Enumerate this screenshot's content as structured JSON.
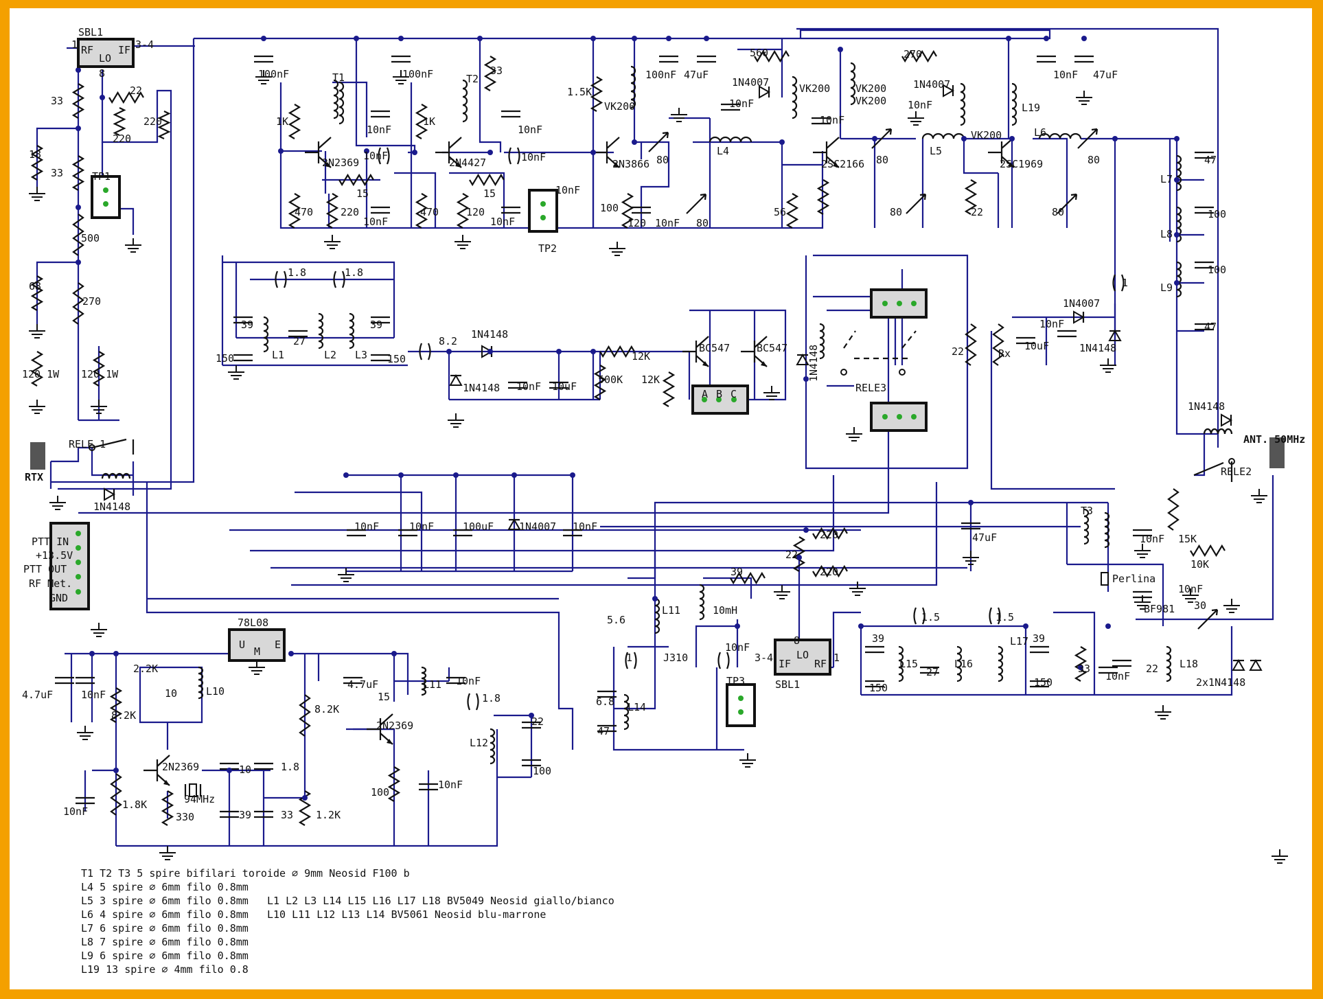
{
  "components": {
    "sbl1_top": "SBL1",
    "sbl1_top_rf": "RF",
    "sbl1_top_lo": "LO",
    "sbl1_top_if": "IF",
    "sbl1_top_p1": "1",
    "sbl1_top_p34": "3-4",
    "sbl1_top_p8": "8",
    "r33a": "33",
    "r18": "18",
    "r33b": "33",
    "r500": "500",
    "r68": "68",
    "r270": "270",
    "r120a": "120 1W",
    "r120b": "120 1W",
    "r22a": "22",
    "r220a": "220",
    "r220b": "220",
    "tp1": "TP1",
    "c100nf1": "100nF",
    "t1": "T1",
    "c10nf_t1": "10nF",
    "r1k1": "1K",
    "q1": "2N2369",
    "c10nf_a": "10nF",
    "r15a": "15",
    "r470a": "470",
    "r220c": "220",
    "c10nf_b": "10nF",
    "c100nf2": "100nF",
    "t2": "T2",
    "r33c": "33",
    "r1k2": "1K",
    "q2": "2N4427",
    "c10nf_t2": "10nF",
    "c10nf_c": "10nF",
    "c10nf_d": "10nF",
    "r15b": "15",
    "r470b": "470",
    "r120c": "120",
    "c10nf_e": "10nF",
    "tp2": "TP2",
    "r1_5k": "1.5K",
    "vk200a": "VK200",
    "c100nf3": "100nF",
    "c47uf1": "47uF",
    "r560": "560",
    "d1n4007a": "1N4007",
    "c10nf_f": "10nF",
    "vk200b": "VK200",
    "q3": "2N3866",
    "c80a": "80",
    "l4": "L4",
    "r100a": "100",
    "r120d": "120",
    "c10nf_g": "10nF",
    "c80b": "80",
    "r56": "56",
    "c10nf_h": "10nF",
    "vk200c": "VK200",
    "vk200d": "VK200",
    "r270b": "270",
    "d1n4007b": "1N4007",
    "c10nf_i": "10nF",
    "c10nf_j": "10nF",
    "c47uf2": "47uF",
    "l19": "L19",
    "q4": "2SC2166",
    "c80c": "80",
    "l5": "L5",
    "vk200e": "VK200",
    "c80d": "80",
    "r22b": "22",
    "q5": "2SC1969",
    "l6": "L6",
    "c80e": "80",
    "c80f": "80",
    "c1_8a": "1.8",
    "c1_8b": "1.8",
    "c39a": "39",
    "c150a": "150",
    "l1": "L1",
    "c27a": "27",
    "l2": "L2",
    "l3": "L3",
    "c39b": "39",
    "c150b": "150",
    "c8_2": "8.2",
    "d1n4148a": "1N4148",
    "d1n4148b": "1N4148",
    "c10nf_k": "10nF",
    "c10uf1": "10uF",
    "r500k": "500K",
    "r12ka": "12K",
    "r12kb": "12K",
    "q6": "BC547",
    "q7": "BC547",
    "conn_a": "A",
    "conn_b": "B",
    "conn_c": "C",
    "d1n4148c": "1N4148",
    "rele3": "RELE3",
    "r22c": "22",
    "rx": "Rx",
    "c10uf2": "10uF",
    "c10nf_l": "10nF",
    "d1n4007c": "1N4007",
    "d1n4148d": "1N4148",
    "c1": "1",
    "c47a": "47",
    "l7": "L7",
    "c100a": "100",
    "l8": "L8",
    "c100b": "100",
    "l9": "L9",
    "c47b": "47",
    "d1n4148e": "1N4148",
    "ant": "ANT. 50MHz",
    "rele2": "RELE2",
    "rtx": "RTX",
    "rele1": "RELE 1",
    "d1n4148f": "1N4148",
    "c10nf_m": "10nF",
    "c10nf_n": "10nF",
    "c100uf": "100uF",
    "d1n4007d": "1N4007",
    "c10nf_o": "10nF",
    "c47uf3": "47uF",
    "ptt_in": "PTT IN",
    "v135": "+13.5V",
    "ptt_out": "PTT OUT",
    "rf_met": "RF Met.",
    "gnd": "GND",
    "t3": "T3",
    "c10nf_p": "10nF",
    "r15k": "15K",
    "r10k": "10K",
    "c10nf_q": "10nF",
    "perlina": "Perlina",
    "bf981": "BF981",
    "c30": "30",
    "r22d": "22",
    "r220d": "220",
    "r220e": "220",
    "l11a": "L11",
    "c5_6": "5.6",
    "r39": "39",
    "l10mh": "10mH",
    "c1b": "1",
    "j310": "J310",
    "c10nf_r": "10nF",
    "p34b": "3-4",
    "p8b": "8",
    "p1b": "1",
    "sbl1_bot": "SBL1",
    "sbl1_bot_if": "IF",
    "sbl1_bot_lo": "LO",
    "sbl1_bot_rf": "RF",
    "tp3": "TP3",
    "c6_8": "6.8",
    "l14": "L14",
    "c47c": "47",
    "c1_5a": "1.5",
    "c1_5b": "1.5",
    "c39c": "39",
    "c150c": "150",
    "l15": "L15",
    "c27b": "27",
    "l16": "L16",
    "l17": "L17",
    "c39d": "39",
    "c150d": "150",
    "r33d": "33",
    "c10nf_s": "10nF",
    "c22": "22",
    "l18": "L18",
    "d2x1n4148": "2x1N4148",
    "reg": "78L08",
    "reg_u": "U",
    "reg_m": "M",
    "reg_e": "E",
    "c4_7uf1": "4.7uF",
    "c10nf_t": "10nF",
    "r8_2ka": "8.2K",
    "r2_2k": "2.2K",
    "c10": "10",
    "l10": "L10",
    "c4_7uf2": "4.7uF",
    "c15": "15",
    "l11b": "L11",
    "c10nf_u": "10nF",
    "r8_2kb": "8.2K",
    "q8": "2N2369",
    "c1_8c": "1.8",
    "l12": "L12",
    "c22b": "22",
    "c100c": "100",
    "q9": "2N2369",
    "c10b": "10",
    "c1_8d": "1.8",
    "xtal": "94MHz",
    "c10nf_v": "10nF",
    "r1_8k": "1.8K",
    "r330": "330",
    "c39e": "39",
    "c33": "33",
    "r1_2k": "1.2K",
    "r100b": "100",
    "c10nf_w": "10nF"
  },
  "notes": [
    "T1 T2 T3 5 spire bifilari toroide ⌀ 9mm Neosid F100 b",
    "L4 5 spire ⌀ 6mm filo 0.8mm",
    "L5 3 spire ⌀ 6mm filo 0.8mm",
    "L6 4 spire ⌀ 6mm filo 0.8mm",
    "L7 6 spire ⌀ 6mm filo 0.8mm",
    "L8 7 spire ⌀ 6mm filo 0.8mm",
    "L9 6 spire ⌀ 6mm filo 0.8mm",
    "L19 13 spire ⌀ 4mm filo 0.8"
  ],
  "notes_right": [
    "L1 L2 L3 L14 L15 L16 L17 L18 BV5049 Neosid giallo/bianco",
    "L10 L11 L12 L13 L14 BV5061 Neosid blu-marrone"
  ]
}
